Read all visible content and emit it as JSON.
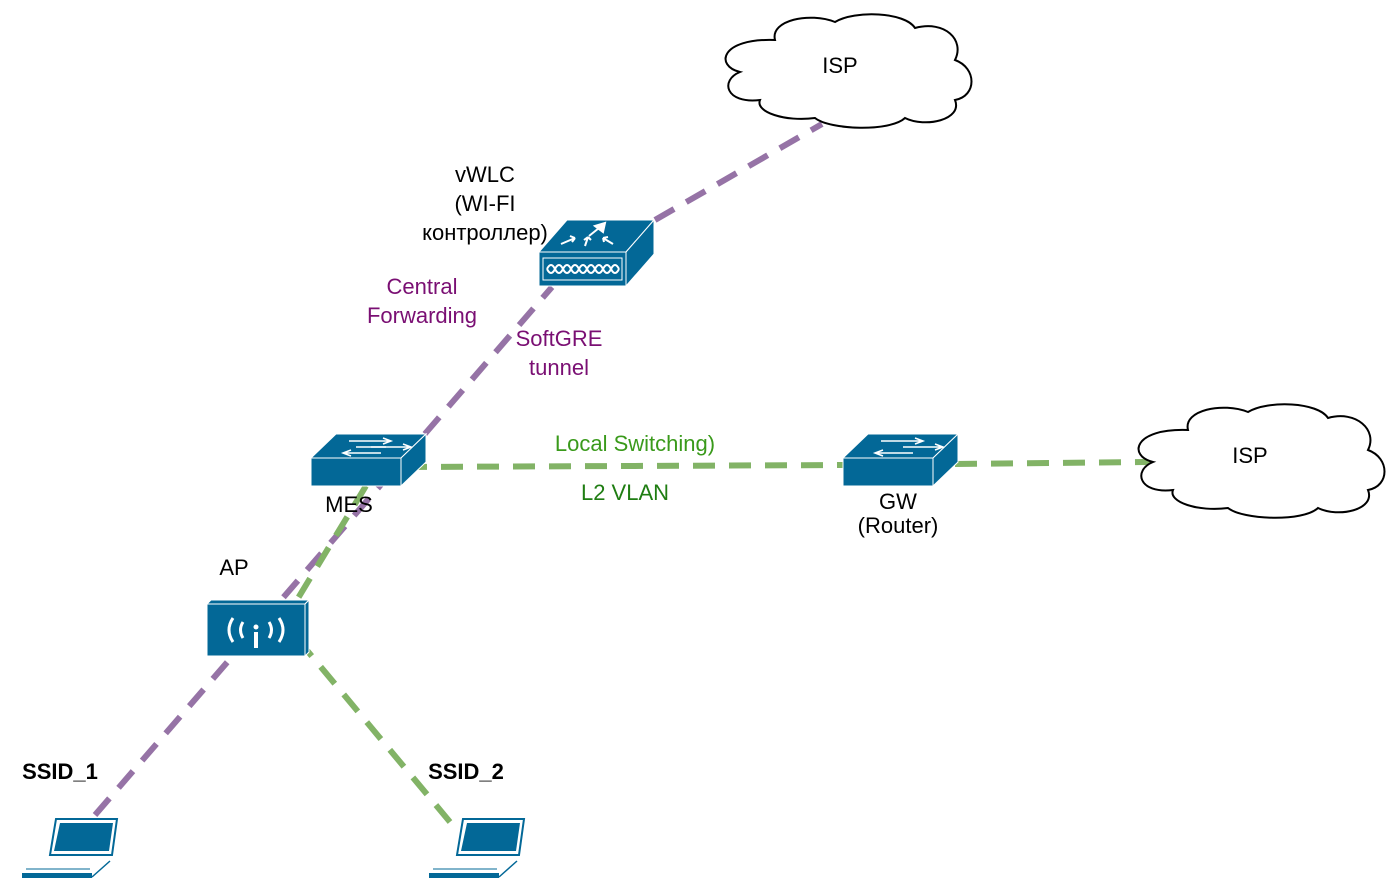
{
  "colors": {
    "device": "#036897",
    "device_highlight": "#ffffff",
    "central_forwarding_line": "#9673a6",
    "local_switching_line": "#82b366",
    "central_text": "#7a0f73",
    "local_text": "#3a9a1b",
    "vlan_text": "#1f7d12"
  },
  "nodes": {
    "isp_top": {
      "label": "ISP",
      "icon": "cloud-icon"
    },
    "isp_right": {
      "label": "ISP",
      "icon": "cloud-icon"
    },
    "vwlc": {
      "label_lines": [
        "vWLC",
        "(WI-FI",
        "контроллер)"
      ],
      "icon": "wireless-controller-icon"
    },
    "mes": {
      "label": "MES",
      "icon": "switch-icon"
    },
    "gw": {
      "label_lines": [
        "GW",
        "(Router)"
      ],
      "icon": "switch-icon"
    },
    "ap": {
      "label": "AP",
      "icon": "access-point-icon"
    },
    "laptop1": {
      "label": "SSID_1",
      "icon": "laptop-icon"
    },
    "laptop2": {
      "label": "SSID_2",
      "icon": "laptop-icon"
    }
  },
  "annotations": {
    "central_forwarding": [
      "Central",
      "Forwarding"
    ],
    "softgre": [
      "SoftGRE",
      "tunnel"
    ],
    "local_switching": "Local Switching)",
    "l2_vlan": "L2 VLAN"
  },
  "links": [
    {
      "from": "laptop1",
      "to": "vwlc",
      "type": "central-forwarding"
    },
    {
      "from": "vwlc",
      "to": "isp_top",
      "type": "central-forwarding"
    },
    {
      "from": "laptop2",
      "to": "ap",
      "type": "local-switching"
    },
    {
      "from": "ap",
      "to": "mes",
      "type": "local-switching"
    },
    {
      "from": "mes",
      "to": "gw",
      "type": "local-switching"
    },
    {
      "from": "gw",
      "to": "isp_right",
      "type": "local-switching"
    }
  ]
}
